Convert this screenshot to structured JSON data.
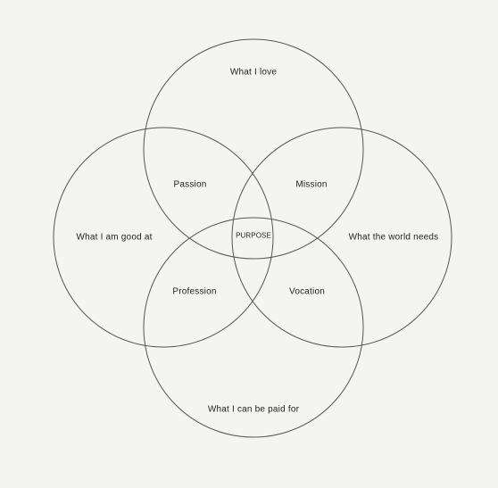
{
  "diagram": {
    "outer_labels": {
      "top": "What I love",
      "left": "What I am good at",
      "right": "What the world needs",
      "bottom": "What I can be paid for"
    },
    "overlap_labels": {
      "top_left": "Passion",
      "top_right": "Mission",
      "bottom_left": "Profession",
      "bottom_right": "Vocation"
    },
    "center_label": "PURPOSE",
    "colors": {
      "background": "#f4f4f2",
      "stroke": "#555555",
      "text": "#222222"
    }
  }
}
